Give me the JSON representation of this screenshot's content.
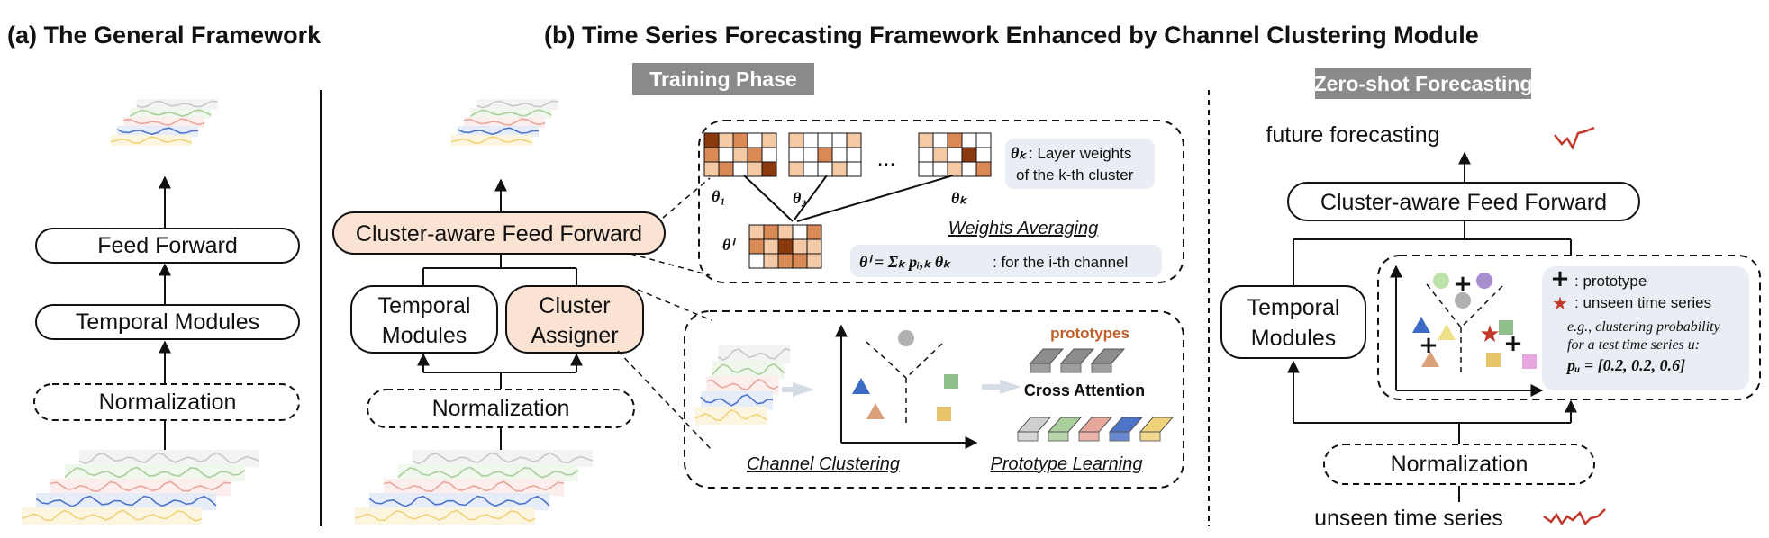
{
  "titles": {
    "a": "(a) The General Framework",
    "b": "(b) Time Series Forecasting Framework Enhanced by Channel Clustering Module"
  },
  "banners": {
    "training": "Training Phase",
    "zeroshot": "Zero-shot Forecasting"
  },
  "general": {
    "feed_forward": "Feed Forward",
    "temporal": "Temporal Modules",
    "normalization": "Normalization"
  },
  "training": {
    "cluster_ff": "Cluster-aware Feed Forward",
    "temporal_l1": "Temporal",
    "temporal_l2": "Modules",
    "assigner_l1": "Cluster",
    "assigner_l2": "Assigner",
    "normalization": "Normalization",
    "ellipsis": "...",
    "theta_1": "θ₁",
    "theta_2": "θ₂",
    "theta_k": "θₖ",
    "theta_i": "θⁱ",
    "layer_weights_l1": ": Layer weights",
    "layer_weights_l2": "of the k-th cluster",
    "weights_averaging": "Weights Averaging",
    "avg_formula": "θⁱ = Σₖ pᵢ,ₖ θₖ",
    "avg_suffix": ": for the i-th channel",
    "prototypes": "prototypes",
    "cross_attention": "Cross Attention",
    "channel_clustering": "Channel Clustering",
    "prototype_learning": "Prototype Learning"
  },
  "zeroshot": {
    "future": "future forecasting",
    "cluster_ff": "Cluster-aware Feed Forward",
    "temporal_l1": "Temporal",
    "temporal_l2": "Modules",
    "normalization": "Normalization",
    "unseen": "unseen time series",
    "legend_prototype": ": prototype",
    "legend_unseen": ": unseen time series",
    "legend_eg1": "e.g., clustering probability",
    "legend_eg2": "for a test time series u:",
    "legend_pu": "pᵤ = [0.2, 0.2, 0.6]"
  },
  "colors": {
    "banner": "#8a8a8a",
    "peach": "#fbe3d4",
    "legend_bg": "#e8eef4",
    "heat_dark": "#8b3a10",
    "heat_mid": "#d98a55",
    "heat_light": "#f3c9a6",
    "series_gray": "#c8c8c8",
    "series_green": "#a9cf9a",
    "series_red": "#e8a79c",
    "series_blue": "#4d74c8",
    "series_yellow": "#f0d27a",
    "forecast_red": "#c0392b",
    "shape_blue": "#3b6bc4",
    "shape_orange": "#d9a07a",
    "shape_green": "#8fc08a",
    "shape_yellow": "#e8c46a",
    "shape_gray": "#b0b0b0",
    "shape_pink": "#e6a6e0",
    "shape_purple": "#a98fd0"
  }
}
